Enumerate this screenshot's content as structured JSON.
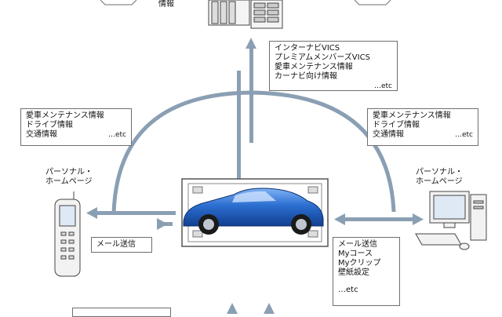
{
  "top_partial_label": "情報",
  "center_box": {
    "lines": [
      "インターナビVICS",
      "プレミアムメンバーズVICS",
      "愛車メンテナンス情報",
      "カーナビ向け情報"
    ],
    "etc": "…etc"
  },
  "left_box": {
    "lines": [
      "愛車メンテナンス情報",
      "ドライブ情報",
      "交通情報"
    ],
    "etc": "…etc"
  },
  "right_box": {
    "lines": [
      "愛車メンテナンス情報",
      "ドライブ情報",
      "交通情報"
    ],
    "etc": "…etc"
  },
  "left_device_label": [
    "パーソナル・",
    "ホームページ"
  ],
  "right_device_label": [
    "パーソナル・",
    "ホームページ"
  ],
  "left_send_box": {
    "label": "メール送信"
  },
  "right_send_box": {
    "lines": [
      "メール送信",
      "Myコース",
      "Myクリップ",
      "壁紙設定"
    ],
    "etc": "…etc"
  },
  "colors": {
    "arrow": "#8a9fb3",
    "car": "#2c6fd1",
    "frame": "#555555"
  }
}
